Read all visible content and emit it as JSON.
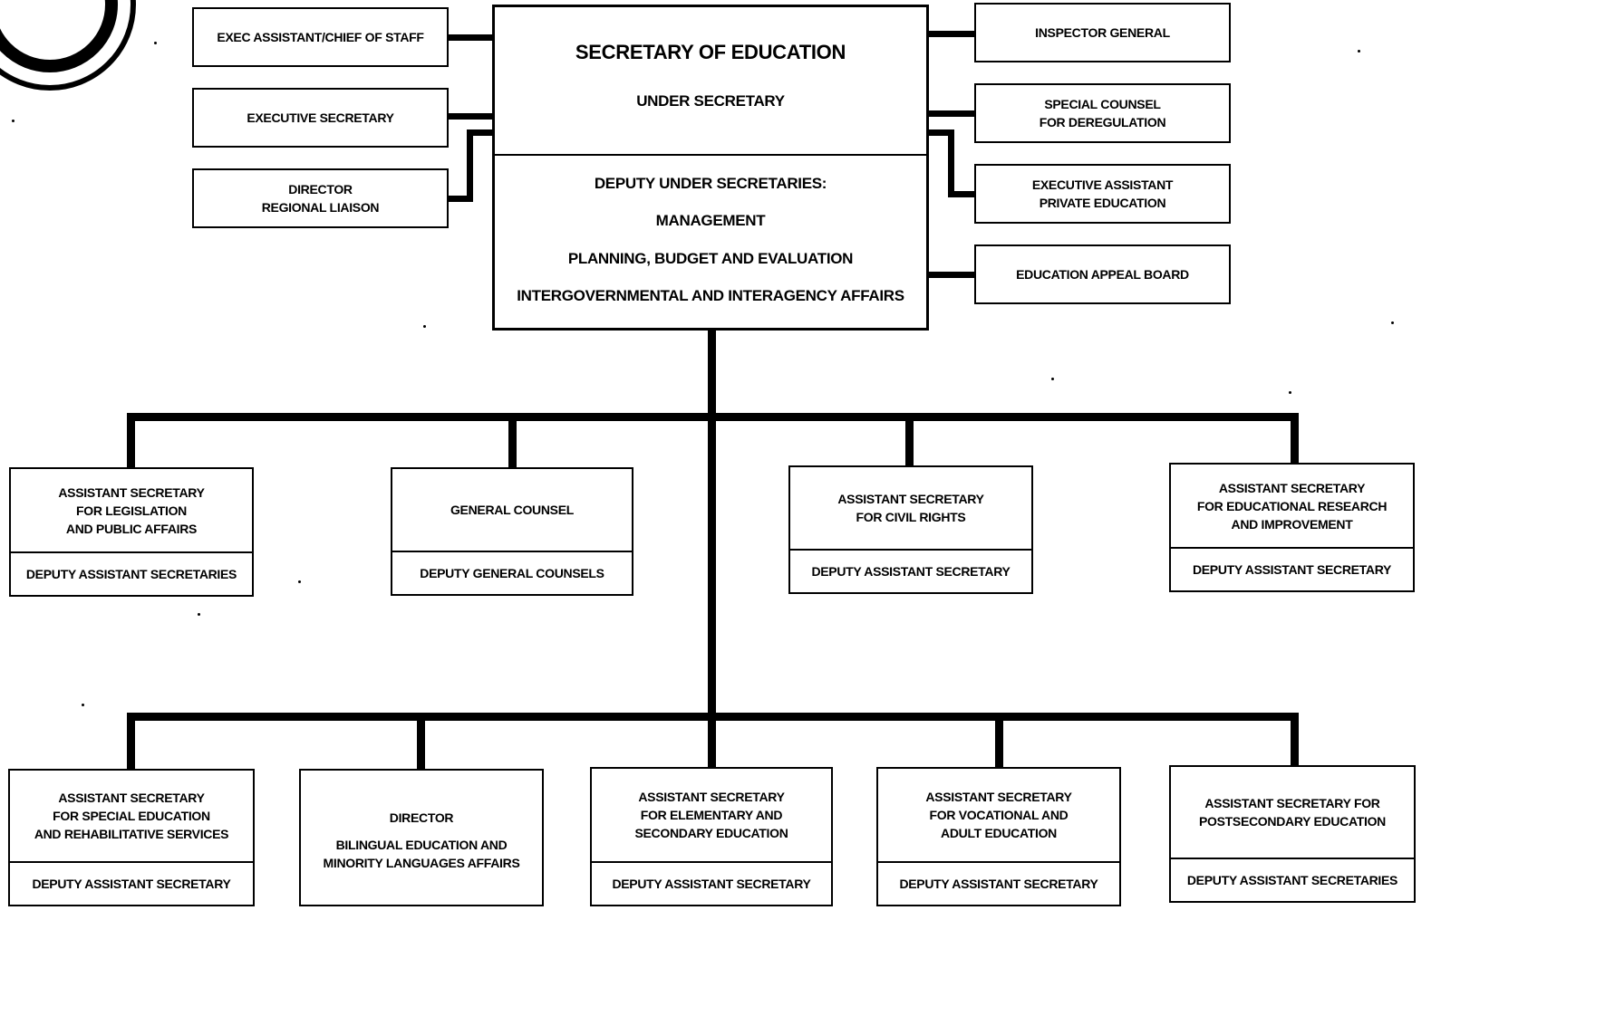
{
  "chart": {
    "top_box": {
      "title": "SECRETARY OF EDUCATION",
      "subtitle": "UNDER SECRETARY",
      "deputies_heading": "DEPUTY UNDER SECRETARIES:",
      "deputies": [
        "MANAGEMENT",
        "PLANNING, BUDGET AND EVALUATION",
        "INTERGOVERNMENTAL AND INTERAGENCY AFFAIRS"
      ]
    },
    "left_staff": [
      [
        "EXEC ASSISTANT/CHIEF OF STAFF"
      ],
      [
        "EXECUTIVE SECRETARY"
      ],
      [
        "DIRECTOR",
        "REGIONAL LIAISON"
      ]
    ],
    "right_staff": [
      [
        "INSPECTOR GENERAL"
      ],
      [
        "SPECIAL COUNSEL",
        "FOR DEREGULATION"
      ],
      [
        "EXECUTIVE ASSISTANT",
        "PRIVATE EDUCATION"
      ],
      [
        "EDUCATION APPEAL BOARD"
      ]
    ],
    "row1": [
      {
        "title": [
          "ASSISTANT SECRETARY",
          "FOR LEGISLATION",
          "AND PUBLIC AFFAIRS"
        ],
        "deputy": "DEPUTY ASSISTANT SECRETARIES"
      },
      {
        "title": [
          "GENERAL COUNSEL"
        ],
        "deputy": "DEPUTY GENERAL COUNSELS"
      },
      {
        "title": [
          "ASSISTANT SECRETARY",
          "FOR CIVIL RIGHTS"
        ],
        "deputy": "DEPUTY ASSISTANT SECRETARY"
      },
      {
        "title": [
          "ASSISTANT SECRETARY",
          "FOR EDUCATIONAL RESEARCH",
          "AND IMPROVEMENT"
        ],
        "deputy": "DEPUTY ASSISTANT SECRETARY"
      }
    ],
    "row2": [
      {
        "title": [
          "ASSISTANT SECRETARY",
          "FOR SPECIAL EDUCATION",
          "AND REHABILITATIVE SERVICES"
        ],
        "deputy": "DEPUTY ASSISTANT SECRETARY"
      },
      {
        "title": [
          "DIRECTOR",
          "BILINGUAL EDUCATION AND",
          "MINORITY LANGUAGES AFFAIRS"
        ],
        "deputy": ""
      },
      {
        "title": [
          "ASSISTANT SECRETARY",
          "FOR ELEMENTARY AND",
          "SECONDARY EDUCATION"
        ],
        "deputy": "DEPUTY ASSISTANT SECRETARY"
      },
      {
        "title": [
          "ASSISTANT SECRETARY",
          "FOR VOCATIONAL AND",
          "ADULT EDUCATION"
        ],
        "deputy": "DEPUTY ASSISTANT SECRETARY"
      },
      {
        "title": [
          "ASSISTANT SECRETARY FOR",
          "POSTSECONDARY EDUCATION"
        ],
        "deputy": "DEPUTY ASSISTANT SECRETARIES"
      }
    ]
  }
}
